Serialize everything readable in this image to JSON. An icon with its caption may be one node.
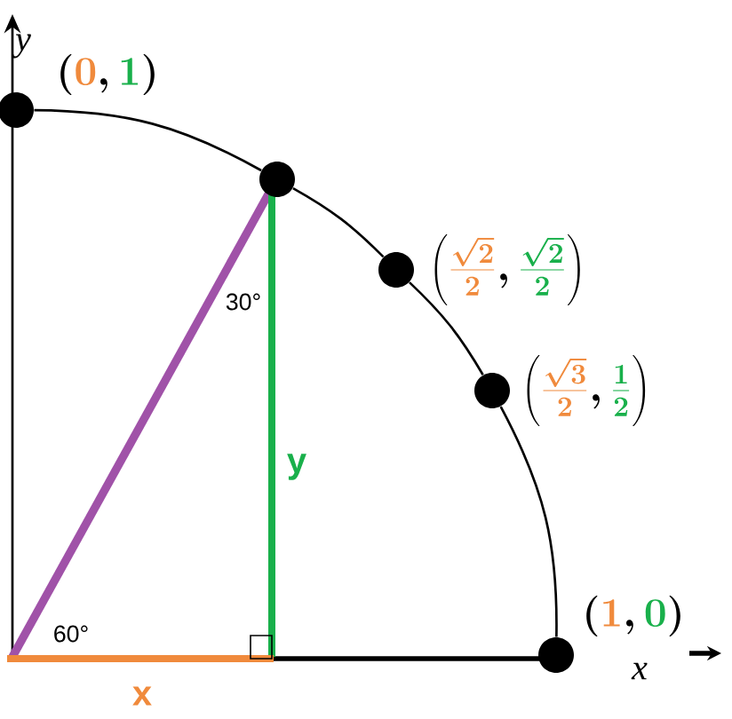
{
  "diagram": {
    "nodes": [
      {
        "text": [],
        "shape": "circle",
        "beside": [
          "\\left({\\color{co}0},{\\color{cg}1}\\right)"
        ]
      },
      {
        "text": [],
        "shape": "circle"
      },
      {
        "text": [],
        "shape": "circle",
        "beside": [
          "\\left({\\color{co}\\frac{\\sqrt{2}}{2}},{\\color{cg}\\frac{\\sqrt{2}}{2}}\\right)"
        ]
      },
      {
        "text": [],
        "shape": "circle",
        "beside": [
          "\\left({\\color{co}\\frac{\\sqrt{3}}{2}},{\\color{cg}\\frac{1}{2}}\\right)"
        ]
      },
      {
        "text": [],
        "shape": "circle",
        "beside": [
          "\\left({\\color{co}1},{\\color{cg}0}\\right)"
        ]
      }
    ],
    "edges": [
      {
        "from": 0,
        "to": 1,
        "arrow": "none"
      },
      {
        "from": 1,
        "to": 2,
        "arrow": "none"
      },
      {
        "from": 2,
        "to": 3,
        "arrow": "none"
      },
      {
        "from": 3,
        "to": 4,
        "arrow": "none"
      }
    ],
    "labels": [
      "y",
      "30°",
      "y",
      "60°",
      "x",
      "x"
    ]
  }
}
